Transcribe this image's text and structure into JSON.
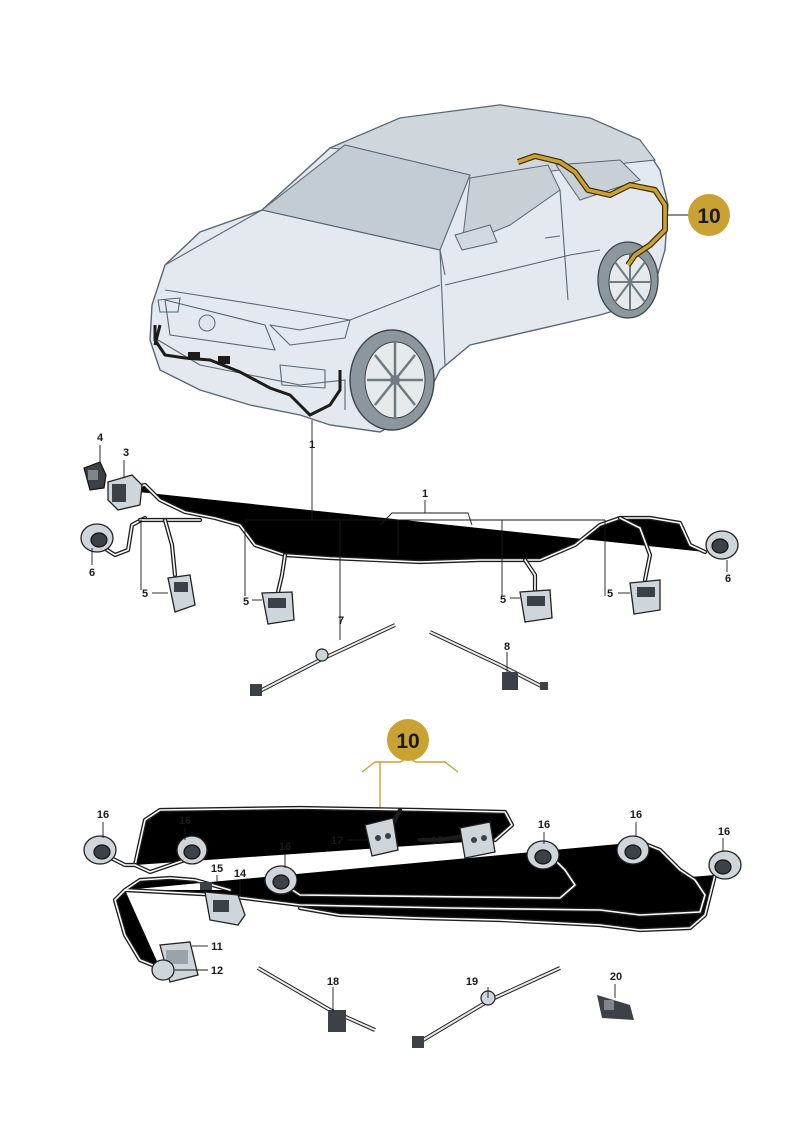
{
  "colors": {
    "highlight": "#c9a233",
    "badge": "#c9a233",
    "car_body": "#e3e9ee",
    "wire": "#1c1c1c"
  },
  "badges": {
    "top": "10",
    "bottom": "10"
  },
  "labels": {
    "harness_main": "1",
    "harness_group": "1",
    "part_3": "3",
    "part_4": "4",
    "part_5a": "5",
    "part_5b": "5",
    "part_5c": "5",
    "part_5d": "5",
    "part_6a": "6",
    "part_6b": "6",
    "part_7": "7",
    "part_8": "8",
    "part_11": "11",
    "part_12": "12",
    "part_14": "14",
    "part_15": "15",
    "part_16a": "16",
    "part_16b": "16",
    "part_16c": "16",
    "part_16d": "16",
    "part_16e": "16",
    "part_16f": "16",
    "part_17a": "17",
    "part_17b": "17",
    "part_18": "18",
    "part_19": "19",
    "part_20": "20"
  }
}
